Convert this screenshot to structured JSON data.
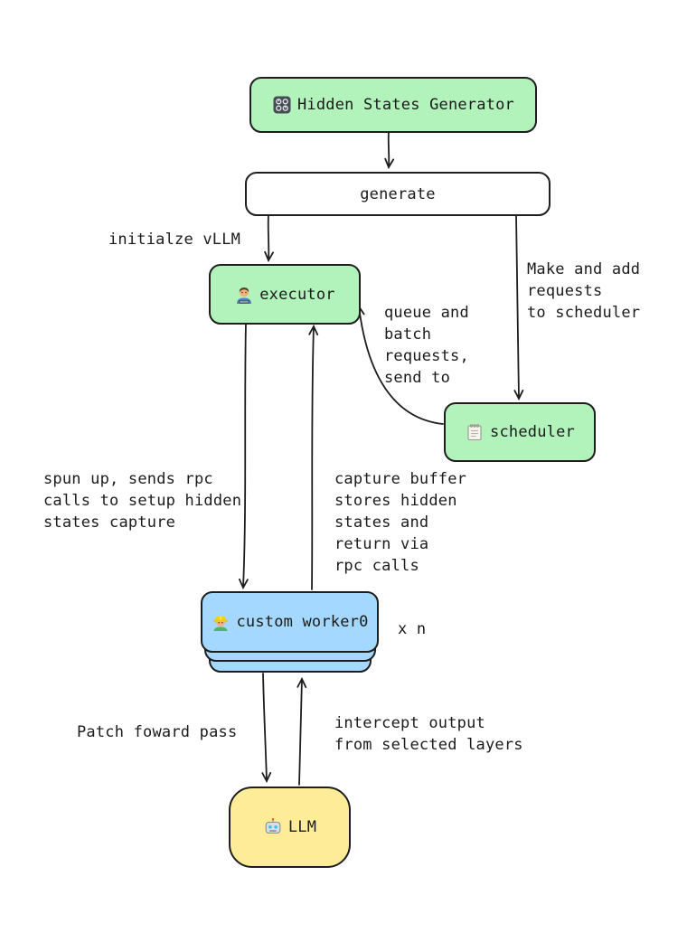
{
  "diagram": {
    "nodes": {
      "generator": {
        "label": "Hidden States Generator",
        "icon": "control-knobs-icon",
        "fill": "#b2f2bb"
      },
      "generate": {
        "label": "generate",
        "fill": "#ffffff"
      },
      "executor": {
        "label": "executor",
        "icon": "technologist-icon",
        "fill": "#b2f2bb"
      },
      "scheduler": {
        "label": "scheduler",
        "icon": "notepad-icon",
        "fill": "#b2f2bb"
      },
      "worker": {
        "label": "custom worker0",
        "icon": "construction-worker-icon",
        "fill": "#a5d8ff",
        "multiplier": "x n"
      },
      "llm": {
        "label": "LLM",
        "icon": "robot-icon",
        "fill": "#ffec99"
      }
    },
    "edge_labels": {
      "initialize_vllm": "initialze vLLM",
      "make_add_requests": "Make and add\nrequests\nto scheduler",
      "queue_batch": "queue and\nbatch\nrequests,\nsend to",
      "spun_up": "spun up, sends rpc\ncalls to setup hidden\nstates capture",
      "capture_buffer": "capture buffer\nstores hidden\nstates and\nreturn via\nrpc calls",
      "patch_forward": "Patch foward pass",
      "intercept_output": "intercept output\nfrom selected layers"
    },
    "edges": [
      {
        "from": "generator",
        "to": "generate"
      },
      {
        "from": "generate",
        "to": "executor",
        "label": "initialize_vllm"
      },
      {
        "from": "generate",
        "to": "scheduler",
        "label": "make_add_requests"
      },
      {
        "from": "scheduler",
        "to": "executor",
        "label": "queue_batch"
      },
      {
        "from": "executor",
        "to": "worker",
        "label": "spun_up"
      },
      {
        "from": "worker",
        "to": "executor",
        "label": "capture_buffer"
      },
      {
        "from": "worker",
        "to": "llm",
        "label": "patch_forward"
      },
      {
        "from": "llm",
        "to": "worker",
        "label": "intercept_output"
      }
    ],
    "colors": {
      "stroke": "#1e1e1e",
      "green": "#b2f2bb",
      "blue": "#a5d8ff",
      "yellow": "#ffec99",
      "background": "#ffffff"
    }
  }
}
